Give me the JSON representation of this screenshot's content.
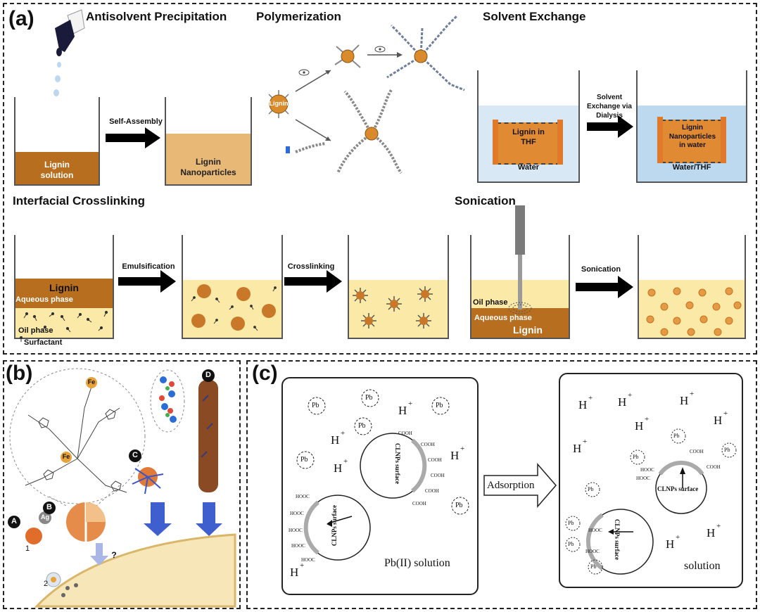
{
  "panel_a": {
    "label": "(a)",
    "antisolvent": {
      "title": "Antisolvent Precipitation",
      "beaker1_label": "Lignin\nsolution",
      "arrow_label": "Self-Assembly",
      "beaker2_label": "Lignin\nNanoparticles"
    },
    "polymerization": {
      "title": "Polymerization",
      "core_label": "Lignin"
    },
    "solvent_exchange": {
      "title": "Solvent Exchange",
      "bag1_label": "Lignin in\nTHF",
      "beaker1_label": "Water",
      "arrow_label": "Solvent\nExchange via\nDialysis",
      "bag2_label": "Lignin\nNanoparticles\nin water",
      "beaker2_label": "Water/THF"
    },
    "interfacial": {
      "title": "Interfacial Crosslinking",
      "top_layer": "Lignin",
      "aqueous": "Aqueous phase",
      "oil": "Oil phase",
      "surfactant": "Surfactant",
      "arrow1_label": "Emulsification",
      "arrow2_label": "Crosslinking"
    },
    "sonication": {
      "title": "Sonication",
      "oil": "Oil phase",
      "aqueous": "Aqueous phase",
      "bottom": "Lignin",
      "arrow_label": "Sonication"
    }
  },
  "panel_b": {
    "label": "(b)",
    "fe1": "Fe",
    "fe2": "Fe",
    "ag": "Ag",
    "marker_a": "A",
    "marker_b": "B",
    "marker_c": "C",
    "marker_d": "D",
    "question": "?",
    "num1": "1",
    "num2": "2"
  },
  "panel_c": {
    "label": "(c)",
    "left_box": {
      "pb": "Pb",
      "h": "H",
      "plus": "+",
      "surface": "CLNPs surface",
      "cooh": "COOH",
      "hooc": "HOOC",
      "caption": "Pb(II) solution"
    },
    "arrow_label": "Adsorption",
    "right_box": {
      "surface": "CLNPs surface",
      "caption": "solution"
    }
  },
  "colors": {
    "lignin_dark": "#b86e1f",
    "lignin_light": "#e8b877",
    "oil_yellow": "#fbe9a8",
    "water_blue": "#d8e8f5",
    "orange_particle": "#d98a2b"
  }
}
